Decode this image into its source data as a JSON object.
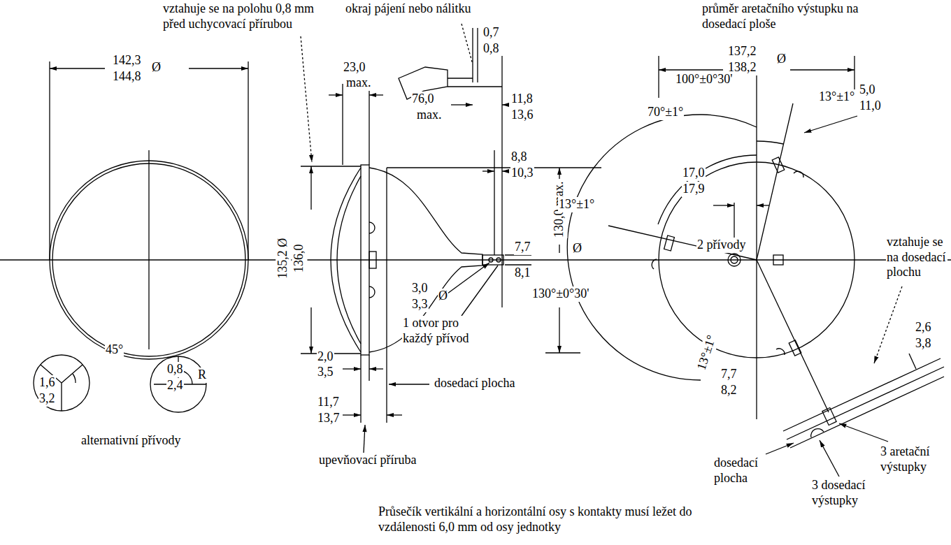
{
  "diagram": {
    "labels": [
      "vztahuje se na polohu 0,8 mm před uchycovací přírubou",
      "okraj pájení nebo nálitku",
      "průměr aretačního výstupku na dosedací ploše",
      "142,3",
      "144,8",
      "Ø",
      "23,0",
      "max.",
      "0,7",
      "0,8",
      "76,0",
      "max.",
      "11,8",
      "13,6",
      "137,2",
      "138,2",
      "Ø",
      "100°±0°30'",
      "13°±1°",
      "70°±1°",
      "5,0",
      "11,0",
      "8,8",
      "10,3",
      "135,2 Ø",
      "136,0",
      "130,0 max.",
      "Ø",
      "17,0",
      "17,9",
      "13°±1°",
      "2 přívody",
      "vztahuje se na dosedací plochu",
      "7,7",
      "8,1",
      "130°±0°30'",
      "3,0",
      "3,3",
      "Ø",
      "1 otvor pro každý přívod",
      "13°±1°",
      "2,6",
      "3,8",
      "2,0",
      "3,5",
      "dosedací plocha",
      "7,7",
      "8,2",
      "11,7",
      "13,7",
      "45°",
      "1,6",
      "3,2",
      "0,8",
      "2,4",
      "R",
      "alternativní přívody",
      "upevňovací příruba",
      "dosedací plocha",
      "3 aretační výstupky",
      "3 dosedací výstupky",
      "Průsečík vertikální a horizontální osy s kontakty musí ležet do vzdálenosti 6,0 mm od osy jednotky"
    ]
  }
}
